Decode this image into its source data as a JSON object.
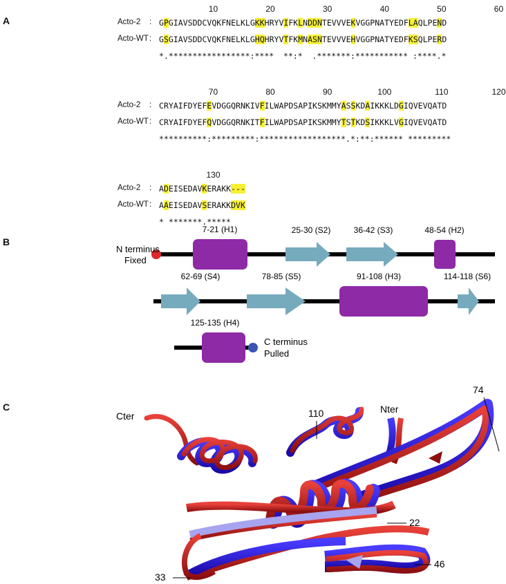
{
  "panel_labels": {
    "a": "A",
    "b": "B",
    "c": "C"
  },
  "alignment": {
    "colors": {
      "highlight": "#f6f033"
    },
    "blocks": [
      {
        "numbers": [
          "10",
          "20",
          "30",
          "40",
          "50",
          "60"
        ],
        "rows": [
          {
            "name": "Acto-2",
            "sep": " :",
            "seq": "GPGIAVSDDCVQKFNELKLGKKHRYVIFKLNDDNTEVVVEKVGGPNATYEDFLAQLPEND",
            "hl": [
              1,
              20,
              21,
              26,
              29,
              31,
              32,
              33,
              40,
              52,
              53,
              58
            ]
          },
          {
            "name": "Acto-WT",
            "sep": " :",
            "seq": "GSGIAVSDDCVQKFNELKLGHQHRYVTFKMNASNTEVVVEHVGGPNATYEDFKSQLPERD",
            "hl": [
              1,
              20,
              21,
              26,
              29,
              31,
              32,
              33,
              40,
              52,
              53,
              58
            ]
          }
        ],
        "consensus": "*.*****************:****  **:*  .*******:*********** :****.*"
      },
      {
        "numbers": [
          "70",
          "80",
          "90",
          "100",
          "110",
          "120"
        ],
        "rows": [
          {
            "name": "Acto-2",
            "sep": " :",
            "seq": "CRYAIFDYEFEVDGGQRNKIVFILWAPDSAPIKSKMMYASSKDAIKKKLDGIQVEVQATD",
            "hl": [
              10,
              21,
              38,
              40,
              43,
              50
            ]
          },
          {
            "name": "Acto-WT",
            "sep": " :",
            "seq": "CRYAIFDYEFQVDGGQRNKITFILWAPDSAPIKSKMMYTSTKDSIKKKLVGIQVEVQATD",
            "hl": [
              10,
              21,
              38,
              40,
              43,
              50
            ]
          }
        ],
        "consensus": "**********:*********:******************.*:**:****** *********"
      },
      {
        "numbers": [
          "130"
        ],
        "rows": [
          {
            "name": "Acto-2",
            "sep": " :",
            "seq": "ADEISEDAVKERAKK---",
            "hl": [
              1,
              9,
              15,
              16,
              17
            ]
          },
          {
            "name": "Acto-WT",
            "sep": " :",
            "seq": "AAEISEDAVSERAKKDVK",
            "hl": [
              1,
              9,
              15,
              16,
              17
            ]
          }
        ],
        "consensus": "* *******.*****"
      }
    ]
  },
  "topology": {
    "colors": {
      "helix": "#8e2aa6",
      "strand": "#76aabd",
      "n_dot": "#e0262a",
      "c_dot": "#3a55b4",
      "line": "#000000"
    },
    "labels": {
      "n_terminus_1": "N terminus",
      "n_terminus_2": "Fixed",
      "c_terminus_1": "C terminus",
      "c_terminus_2": "Pulled",
      "h1": "7-21 (H1)",
      "s2": "25-30 (S2)",
      "s3": "36-42 (S3)",
      "h2": "48-54 (H2)",
      "s4": "62-69 (S4)",
      "s5": "78-85 (S5)",
      "h3": "91-108 (H3)",
      "s6": "114-118 (S6)",
      "h4": "125-135 (H4)"
    }
  },
  "structure": {
    "colors": {
      "red": "#cc1a1a",
      "blue": "#2a14e0",
      "light": "#a8a4f0"
    },
    "labels": {
      "cter": "Cter",
      "nter": "Nter",
      "l110": "110",
      "l74": "74",
      "l22": "22",
      "l33": "33",
      "l46": "46"
    }
  }
}
